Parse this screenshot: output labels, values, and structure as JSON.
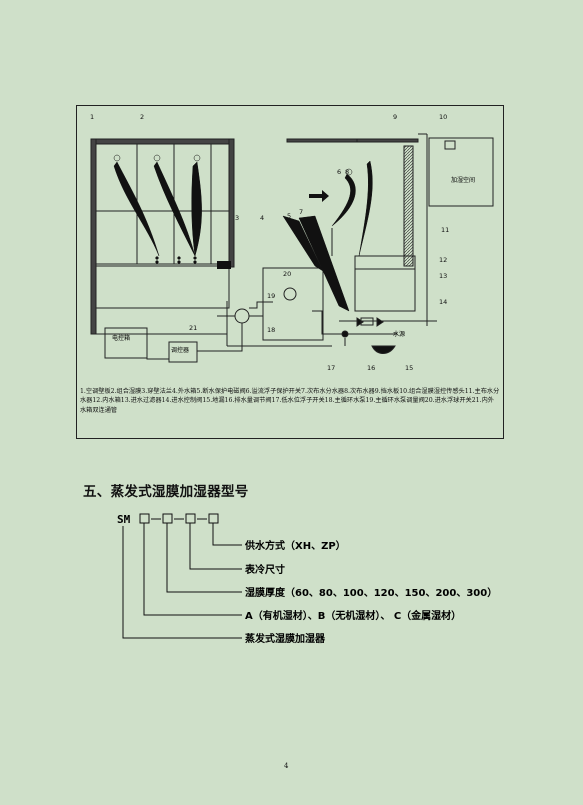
{
  "diagram": {
    "callouts": [
      "1",
      "2",
      "3",
      "4",
      "5",
      "6",
      "7",
      "8",
      "9",
      "10",
      "11",
      "12",
      "13",
      "14",
      "15",
      "16",
      "17",
      "18",
      "19",
      "20",
      "21"
    ],
    "boxes": {
      "control_box": "电控箱",
      "valve_box": "调控器",
      "humid_space": "加湿空间",
      "water_source": "水源"
    },
    "legend": "1.空调壁板2.组合湿膜3.穿壁法兰4.外水箱5.断水保护电磁阀6.溢流浮子保护开关7.次布水分水器8.次布水器9.挡水板10.组合湿膜湿控传感头11.主布水分水器12.内水箱13.进水过滤器14.进水控制阀15.地漏16.排水量调节阀17.低水位浮子开关18.主循环水泵19.主循环水泵调量阀20.进水浮球开关21.内外水箱双连通管"
  },
  "section": {
    "title": "五、蒸发式湿膜加湿器型号"
  },
  "model": {
    "code": "SM",
    "labels": [
      "供水方式（XH、ZP）",
      "表冷尺寸",
      "湿膜厚度（60、80、100、120、150、200、300）",
      "A（有机湿材）、B（无机湿材）、 C（金属湿材）",
      "蒸发式湿膜加湿器"
    ]
  },
  "page_number": "4"
}
